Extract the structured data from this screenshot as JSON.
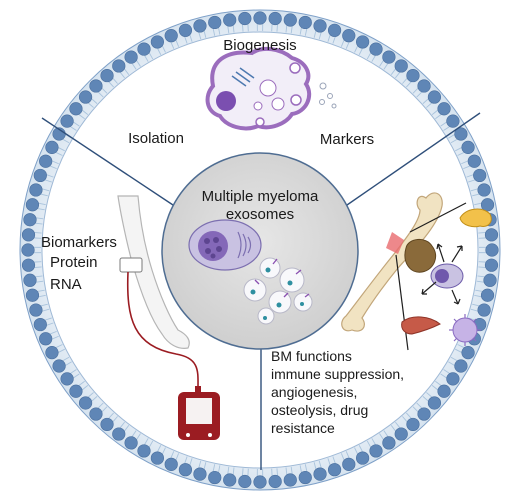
{
  "labels": {
    "biogenesis": "Biogenesis",
    "isolation": "Isolation",
    "markers": "Markers",
    "center_line1": "Multiple myeloma",
    "center_line2": "exosomes",
    "biomarkers": [
      "Biomarkers",
      "Protein",
      "RNA"
    ],
    "bm_functions": [
      "BM functions",
      "immune suppression,",
      "angiogenesis,",
      "osteolysis, drug",
      "resistance"
    ]
  },
  "colors": {
    "membrane_bead": "#5f86b6",
    "membrane_tail": "#a9c3dc",
    "ring_fill": "#dde7f1",
    "divider": "#2f4f7a",
    "center_fill": "#dcdcdc",
    "center_stroke": "#4f6d92",
    "cell_body": "#c8c0e0",
    "nucleus": "#8066b6",
    "blood": "#9b1c22",
    "bone": "#f1e3c2"
  },
  "icons": [
    "cell-biogenesis-icon",
    "arm-blood-draw-icon",
    "blood-bag-icon",
    "myeloma-cell-icon",
    "exosome-vesicles-icon",
    "femur-bone-icon",
    "osteoclast-icon",
    "fibroblast-icon",
    "immune-cell-icon",
    "endothelial-cell-icon",
    "bone-fragment-icon"
  ]
}
